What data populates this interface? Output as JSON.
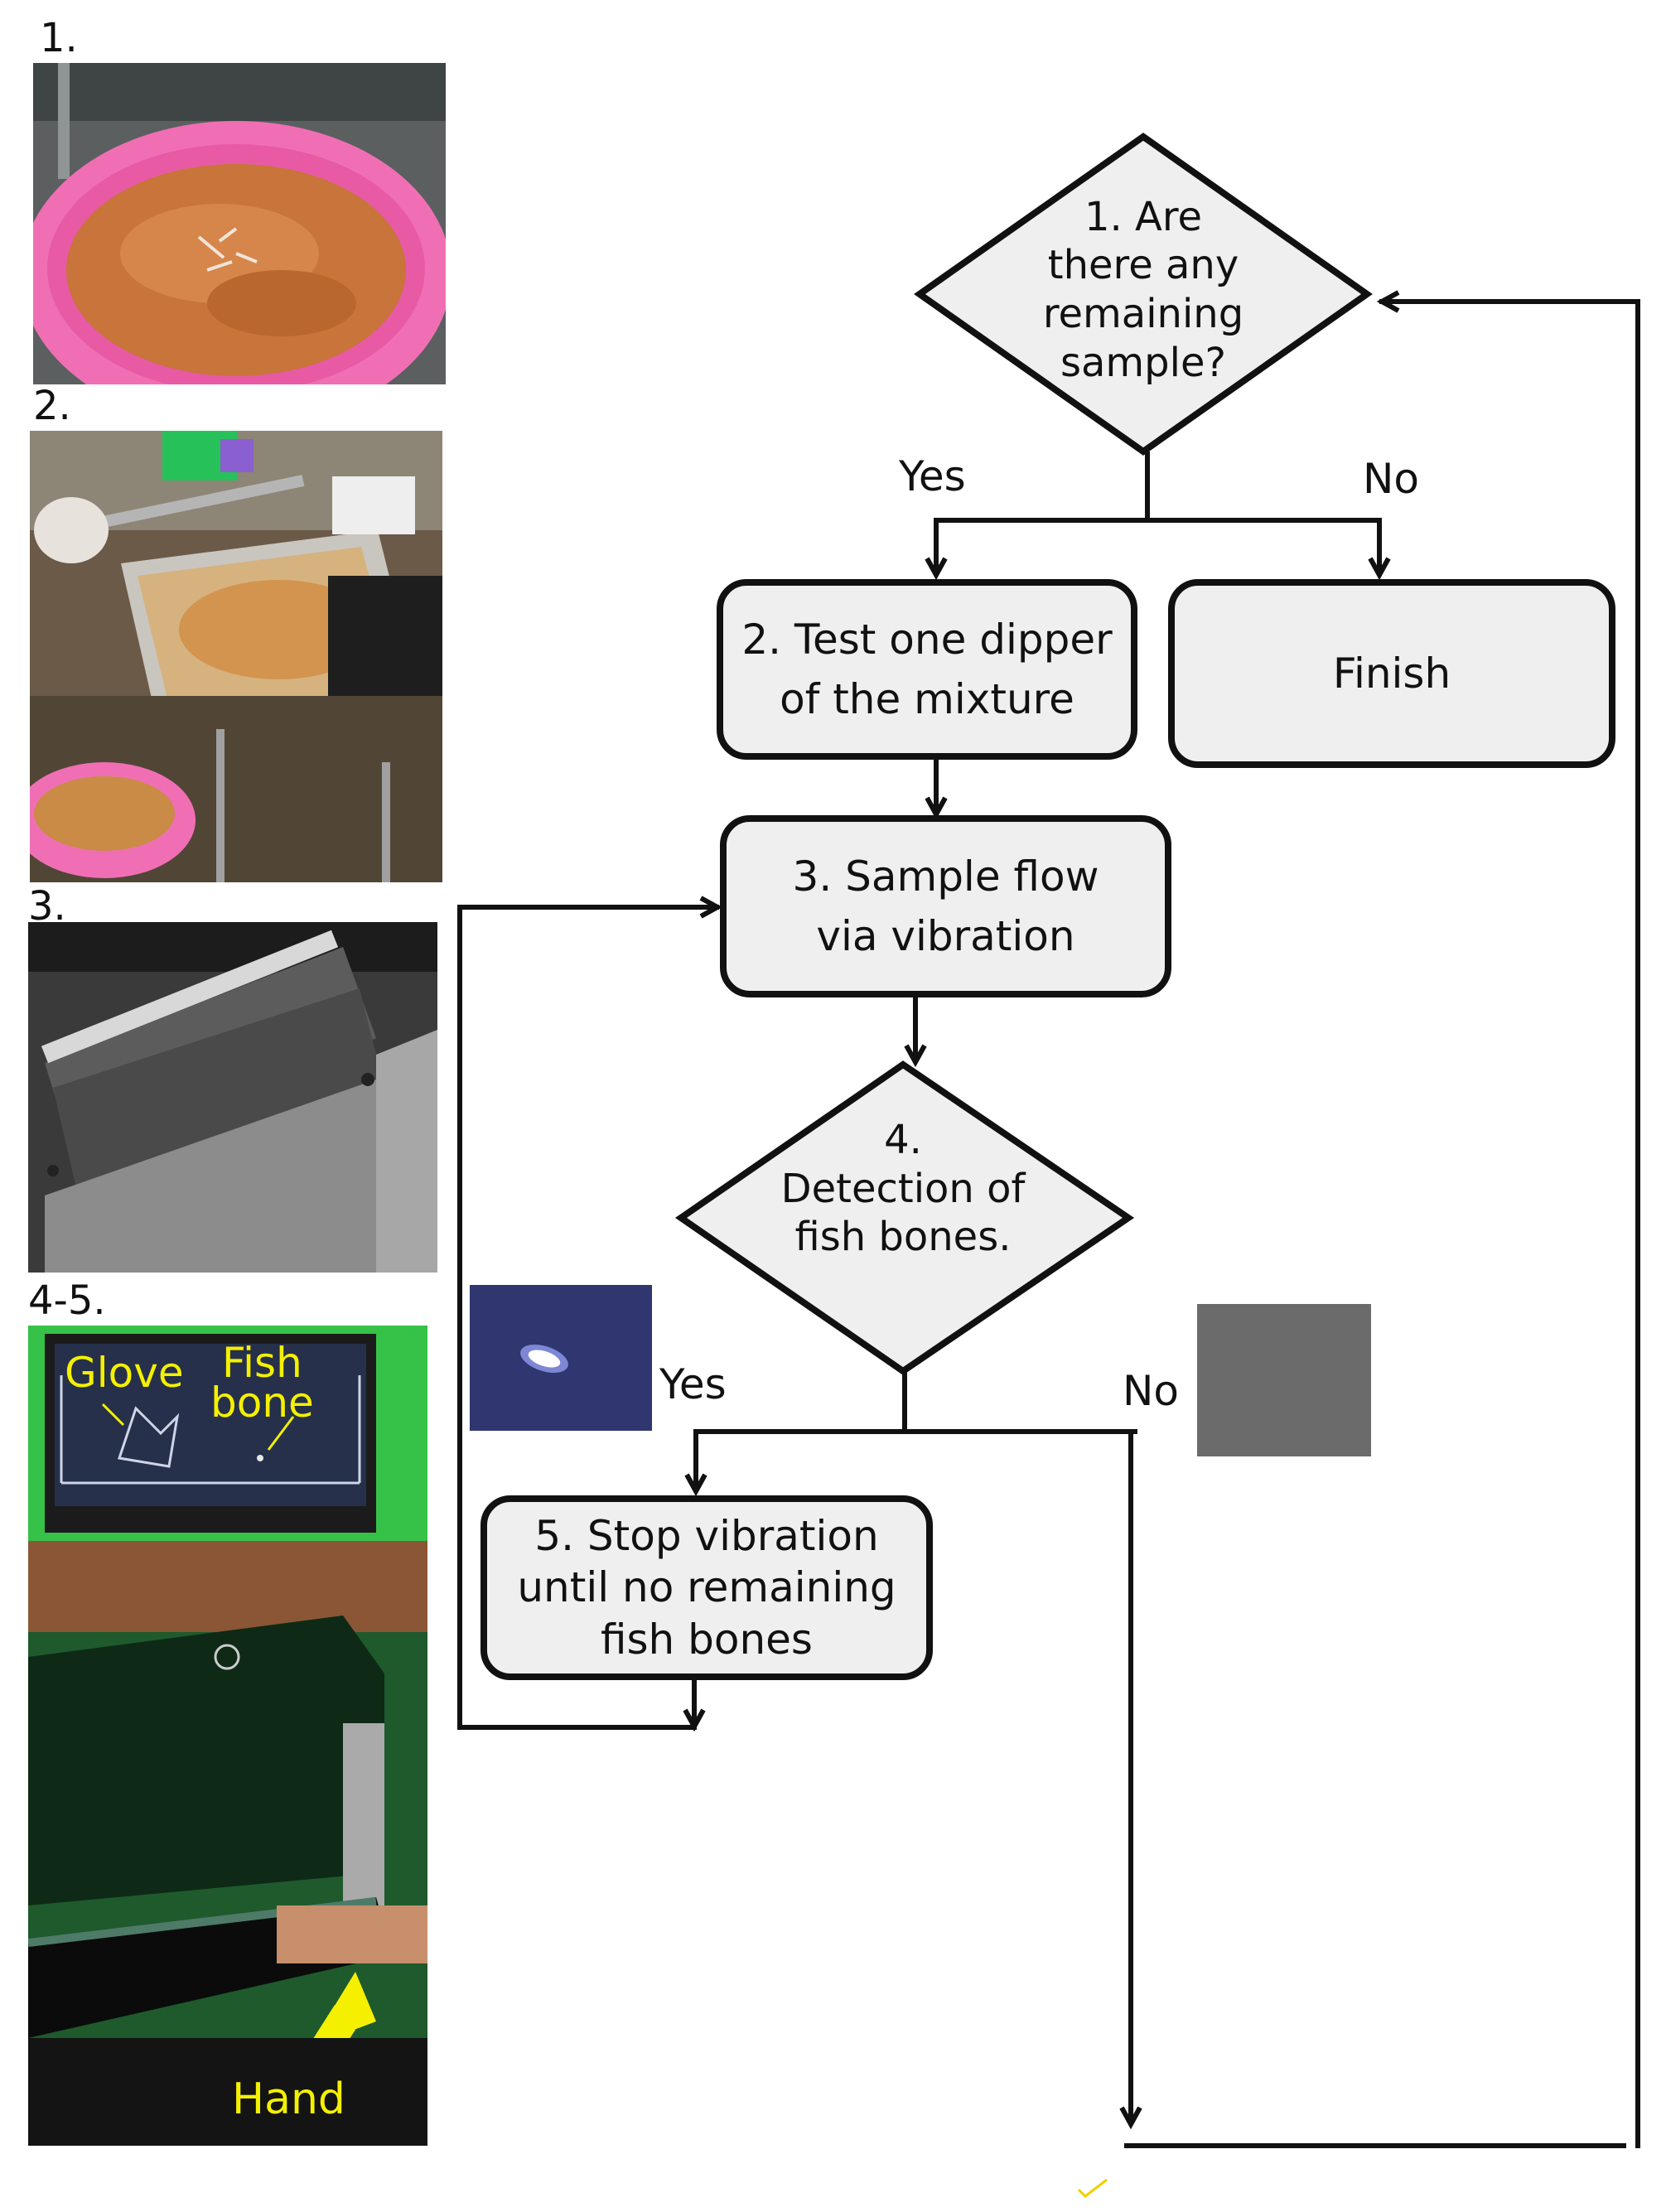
{
  "photos": {
    "labels": [
      "1.",
      "2.",
      "3.",
      "4-5."
    ],
    "annotations": {
      "glove": "Glove",
      "fish_bone": "Fish\nbone",
      "hand": "Hand"
    }
  },
  "flowchart": {
    "decision_1": "1. Are\nthere any\nremaining\nsample?",
    "step_2": "2. Test one dipper\nof the mixture",
    "finish": "Finish",
    "step_3": "3. Sample flow\nvia vibration",
    "decision_4": "4.\nDetection of\nfish bones.",
    "step_5": "5. Stop vibration\nuntil no remaining\nfish bones",
    "labels": {
      "yes_1": "Yes",
      "no_1": "No",
      "yes_4": "Yes",
      "no_4": "No"
    }
  },
  "colors": {
    "shape_fill": "#efefef",
    "stroke": "#111111",
    "annotation": "#f4f000",
    "bowl": "#f06fb4",
    "sample": "#c8743a"
  }
}
